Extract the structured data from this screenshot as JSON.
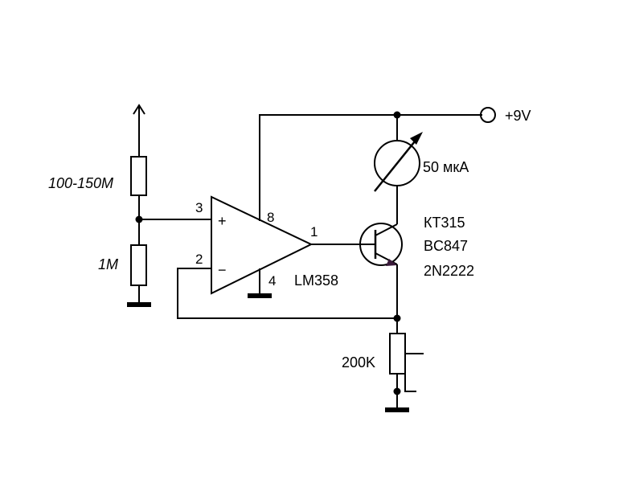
{
  "components": {
    "r_top": {
      "value": "100-150M"
    },
    "r_bottom": {
      "value": "1M"
    },
    "opamp": {
      "part": "LM358",
      "pin_plus": "3",
      "pin_minus": "2",
      "pin_out": "1",
      "pin_vcc": "8",
      "pin_gnd": "4",
      "plus_sign": "+",
      "minus_sign": "−"
    },
    "meter": {
      "value": "50 мкА"
    },
    "transistor": {
      "parts": [
        "КТ315",
        "BC847",
        "2N2222"
      ]
    },
    "pot": {
      "value": "200K"
    },
    "supply": {
      "label": "+9V"
    }
  },
  "colors": {
    "line": "#000000",
    "background": "#ffffff",
    "emitter_arrow": "#3a1a3a"
  }
}
